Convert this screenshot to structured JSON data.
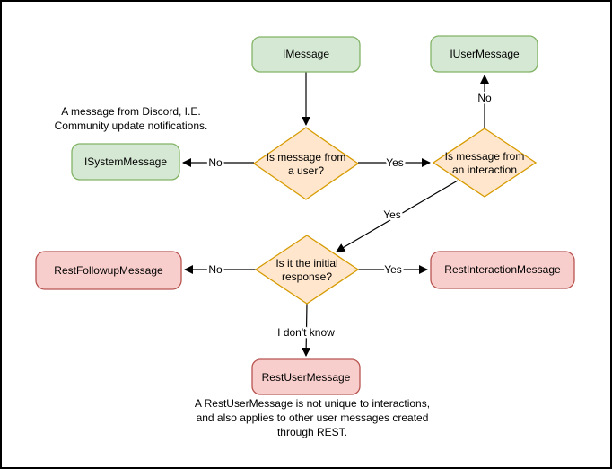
{
  "diagram": {
    "nodes": {
      "imessage": {
        "label": "IMessage"
      },
      "iusermessage": {
        "label": "IUserMessage"
      },
      "isystemmessage": {
        "label": "ISystemMessage"
      },
      "restfollowup": {
        "label": "RestFollowupMessage"
      },
      "restinteraction": {
        "label": "RestInteractionMessage"
      },
      "restuser": {
        "label": "RestUserMessage"
      }
    },
    "decisions": {
      "from_user": {
        "line1": "Is message from",
        "line2": "a user?"
      },
      "from_interaction": {
        "line1": "Is message from",
        "line2": "an interaction"
      },
      "initial_response": {
        "line1": "Is it the initial",
        "line2": "response?"
      }
    },
    "edge_labels": {
      "user_no": "No",
      "user_yes": "Yes",
      "interaction_no": "No",
      "interaction_yes": "Yes",
      "initial_no": "No",
      "initial_yes": "Yes",
      "initial_unknown": "I don't know"
    },
    "notes": {
      "system_note": {
        "line1": "A message from Discord, I.E.",
        "line2": "Community update notifications."
      },
      "rest_note": {
        "line1": "A RestUserMessage is not unique to interactions,",
        "line2": "and also applies to other user messages created",
        "line3": "through REST."
      }
    },
    "colors": {
      "interface_fill": "#d5e8d4",
      "interface_stroke": "#82b366",
      "decision_fill": "#ffe6cc",
      "decision_stroke": "#d79b00",
      "rest_fill": "#f8cecc",
      "rest_stroke": "#b85450",
      "edge": "#000000"
    }
  }
}
